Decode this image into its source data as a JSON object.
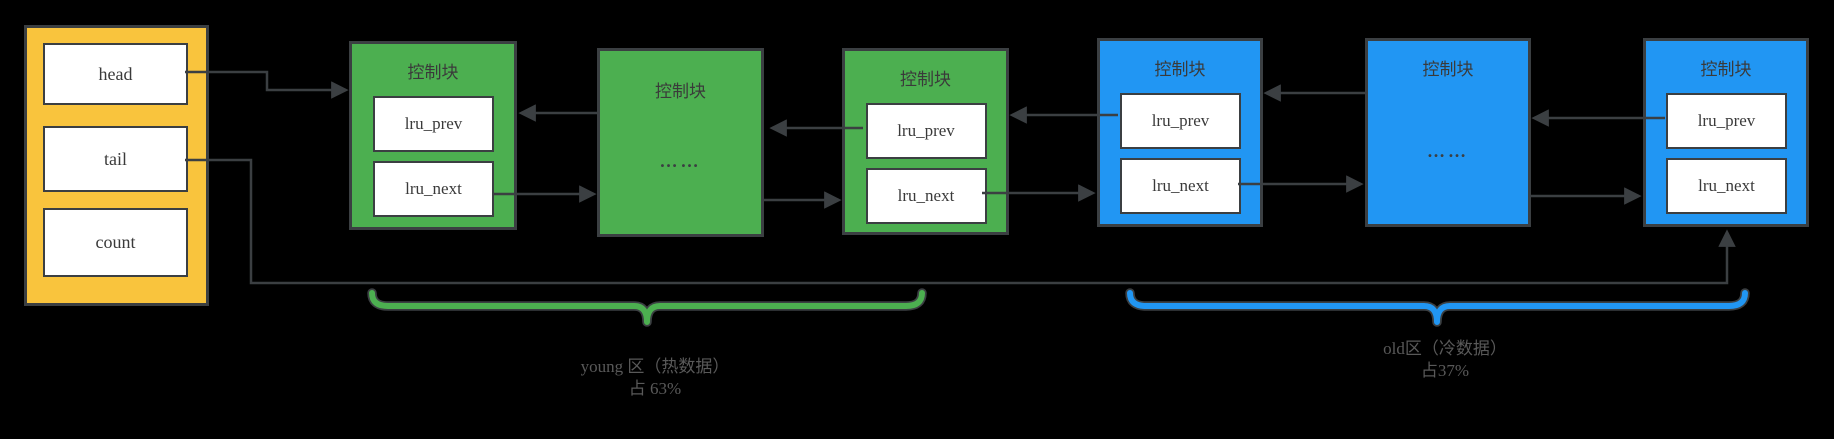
{
  "colors": {
    "background": "#000000",
    "pointer_fill": "#f9c43d",
    "young_fill": "#4caf50",
    "old_fill": "#2196f3",
    "border": "#3b3f42",
    "arrow": "#3b3f42",
    "field_fill": "#ffffff",
    "field_text": "#3a3a3a",
    "label_text": "#595959"
  },
  "pointer_box": {
    "fields": [
      "head",
      "tail",
      "count"
    ]
  },
  "blocks": [
    {
      "title": "控制块",
      "fields": [
        "lru_prev",
        "lru_next"
      ]
    },
    {
      "title": "控制块",
      "ellipsis": "……"
    },
    {
      "title": "控制块",
      "fields": [
        "lru_prev",
        "lru_next"
      ]
    },
    {
      "title": "控制块",
      "fields": [
        "lru_prev",
        "lru_next"
      ]
    },
    {
      "title": "控制块",
      "ellipsis": "……"
    },
    {
      "title": "控制块",
      "fields": [
        "lru_prev",
        "lru_next"
      ]
    }
  ],
  "regions": [
    {
      "name": "young",
      "line1": "young 区（热数据）",
      "line2": "占 63%"
    },
    {
      "name": "old",
      "line1": "old区（冷数据）",
      "line2": "占37%"
    }
  ]
}
